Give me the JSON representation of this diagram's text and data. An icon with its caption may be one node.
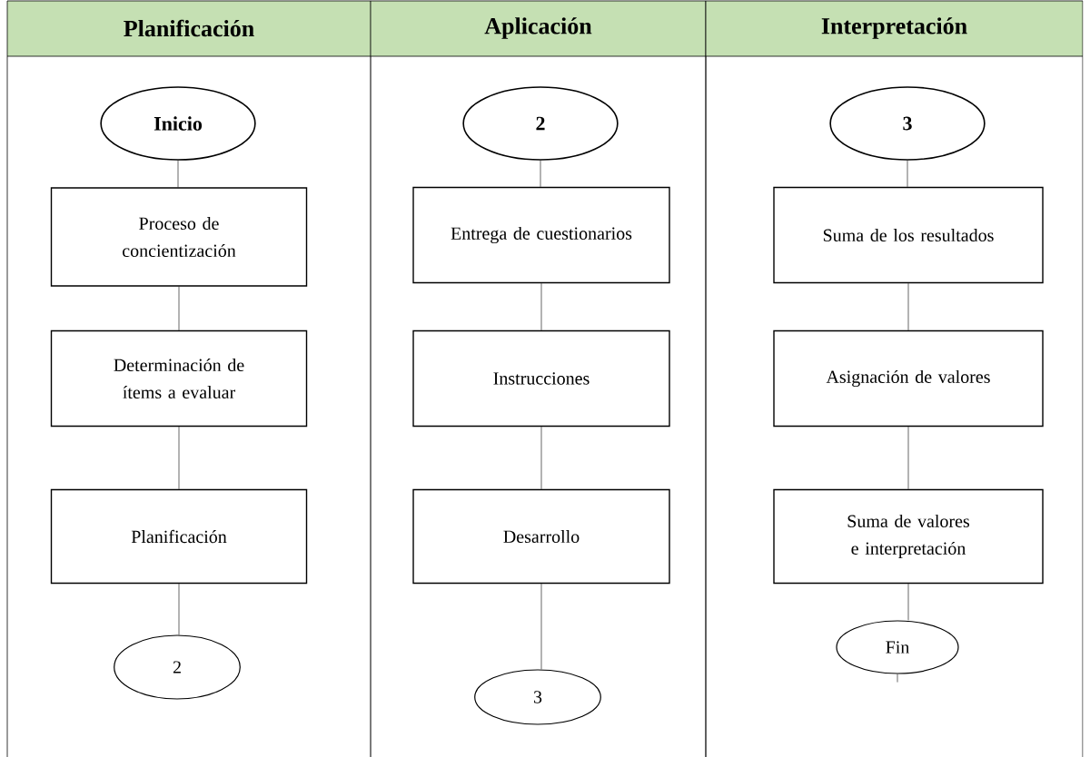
{
  "diagram": {
    "nodes": [
      {
        "text": [
          "Planificación"
        ]
      },
      {
        "text": [
          "Inicio"
        ],
        "in": 0
      },
      {
        "text": [
          "Proceso de concientización"
        ],
        "in": 0
      },
      {
        "text": [
          "Determinación de ítems a evaluar"
        ],
        "in": 0
      },
      {
        "text": [
          "Planificación"
        ],
        "in": 0
      },
      {
        "text": [
          "2"
        ],
        "in": 0
      },
      {
        "text": [
          "Aplicación"
        ]
      },
      {
        "text": [
          "2"
        ],
        "in": 6
      },
      {
        "text": [
          "Entrega de cuestionarios"
        ],
        "in": 6
      },
      {
        "text": [
          "Instrucciones"
        ],
        "in": 6
      },
      {
        "text": [
          "Desarrollo"
        ],
        "in": 6
      },
      {
        "text": [
          "3"
        ],
        "in": 6
      },
      {
        "text": [
          "Interpretación"
        ]
      },
      {
        "text": [
          "3"
        ],
        "in": 12
      },
      {
        "text": [
          "Suma de los resultados"
        ],
        "in": 12
      },
      {
        "text": [
          "Asignación de valores"
        ],
        "in": 12
      },
      {
        "text": [
          "Suma de valores e interpretación"
        ],
        "in": 12
      },
      {
        "text": [
          "Fin"
        ],
        "in": 12
      }
    ],
    "edges": [
      {
        "from": 1,
        "to": 2,
        "arrow": "none"
      },
      {
        "from": 2,
        "to": 3,
        "arrow": "none"
      },
      {
        "from": 3,
        "to": 4,
        "arrow": "none"
      },
      {
        "from": 4,
        "to": 5,
        "arrow": "none"
      },
      {
        "from": 7,
        "to": 8,
        "arrow": "none"
      },
      {
        "from": 8,
        "to": 9,
        "arrow": "none"
      },
      {
        "from": 9,
        "to": 10,
        "arrow": "none"
      },
      {
        "from": 10,
        "to": 11,
        "arrow": "none"
      },
      {
        "from": 13,
        "to": 14,
        "arrow": "none"
      },
      {
        "from": 14,
        "to": 15,
        "arrow": "none"
      },
      {
        "from": 15,
        "to": 16,
        "arrow": "none"
      },
      {
        "from": 16,
        "to": 17,
        "arrow": "none"
      },
      {
        "from": 17,
        "to": null,
        "arrow": "none"
      }
    ]
  }
}
